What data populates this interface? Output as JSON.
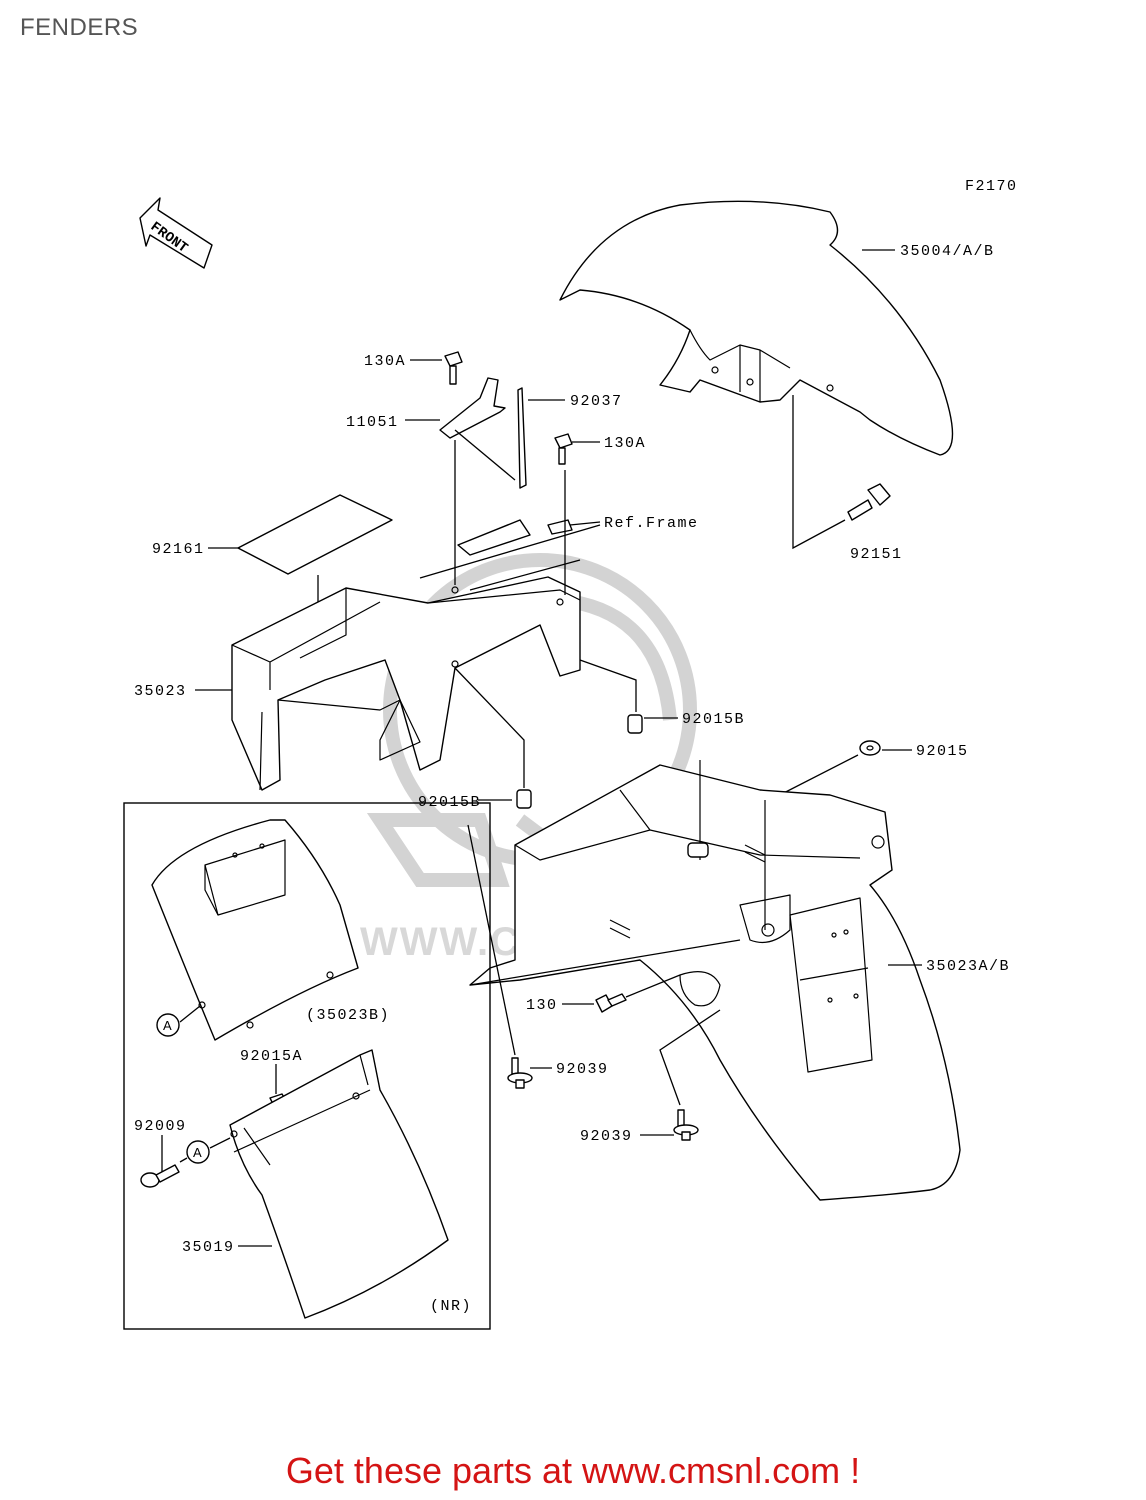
{
  "page": {
    "title": "FENDERS"
  },
  "figure": {
    "code": "F2170",
    "front_arrow": "FRONT"
  },
  "watermark": {
    "text": "WWW.CMSNL.COM",
    "logo": "CMS"
  },
  "callouts": [
    {
      "id": "c-35004",
      "text": "35004/A/B"
    },
    {
      "id": "c-130a-1",
      "text": "130A"
    },
    {
      "id": "c-92037",
      "text": "92037"
    },
    {
      "id": "c-11051",
      "text": "11051"
    },
    {
      "id": "c-130a-2",
      "text": "130A"
    },
    {
      "id": "c-ref-frame",
      "text": "Ref.Frame"
    },
    {
      "id": "c-92161",
      "text": "92161"
    },
    {
      "id": "c-92151",
      "text": "92151"
    },
    {
      "id": "c-35023",
      "text": "35023"
    },
    {
      "id": "c-92015b-1",
      "text": "92015B"
    },
    {
      "id": "c-92015",
      "text": "92015"
    },
    {
      "id": "c-92015b-2",
      "text": "92015B"
    },
    {
      "id": "c-35023ab",
      "text": "35023A/B"
    },
    {
      "id": "c-35023b",
      "text": "(35023B)"
    },
    {
      "id": "c-130",
      "text": "130"
    },
    {
      "id": "c-92039-1",
      "text": "92039"
    },
    {
      "id": "c-92015a",
      "text": "92015A"
    },
    {
      "id": "c-92009",
      "text": "92009"
    },
    {
      "id": "c-92039-2",
      "text": "92039"
    },
    {
      "id": "c-35019",
      "text": "35019"
    },
    {
      "id": "c-nr",
      "text": "(NR)"
    },
    {
      "id": "c-a-1",
      "text": "A"
    },
    {
      "id": "c-a-2",
      "text": "A"
    }
  ],
  "footer": {
    "link_text": "Get these parts at www.cmsnl.com !",
    "link_color": "#d41414"
  }
}
